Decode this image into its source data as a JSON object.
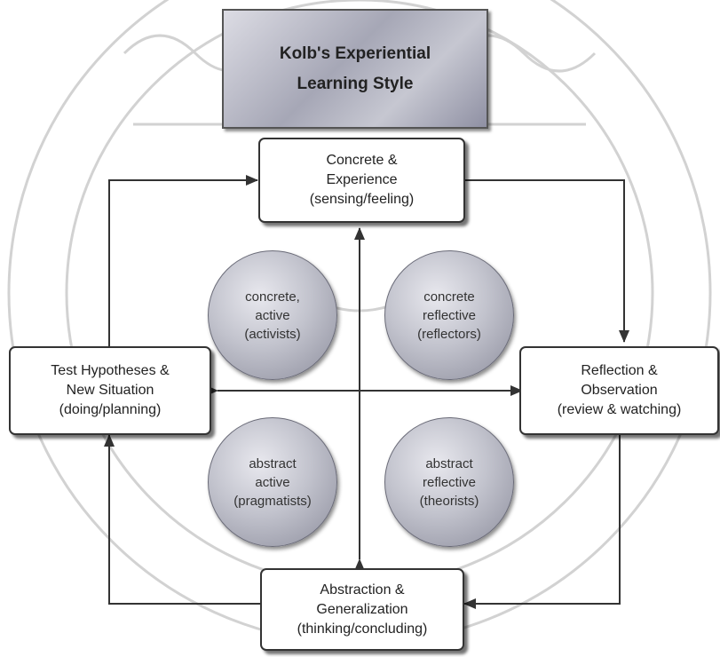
{
  "title": {
    "line1": "Kolb's Experiential",
    "line2": "Learning Style"
  },
  "stages": {
    "top": {
      "line1": "Concrete &",
      "line2": "Experience",
      "line3": "(sensing/feeling)"
    },
    "right": {
      "line1": "Reflection &",
      "line2": "Observation",
      "line3": "(review & watching)"
    },
    "bottom": {
      "line1": "Abstraction &",
      "line2": "Generalization",
      "line3": "(thinking/concluding)"
    },
    "left": {
      "line1": "Test Hypotheses &",
      "line2": "New Situation",
      "line3": "(doing/planning)"
    }
  },
  "styles": {
    "concrete_active": {
      "line1": "concrete,",
      "line2": "active",
      "line3": "(activists)"
    },
    "concrete_reflective": {
      "line1": "concrete",
      "line2": "reflective",
      "line3": "(reflectors)"
    },
    "abstract_active": {
      "line1": "abstract",
      "line2": "active",
      "line3": "(pragmatists)"
    },
    "abstract_reflective": {
      "line1": "abstract",
      "line2": "reflective",
      "line3": "(theorists)"
    }
  },
  "colors": {
    "line": "#333333",
    "watermark": "#cfcfcf"
  }
}
